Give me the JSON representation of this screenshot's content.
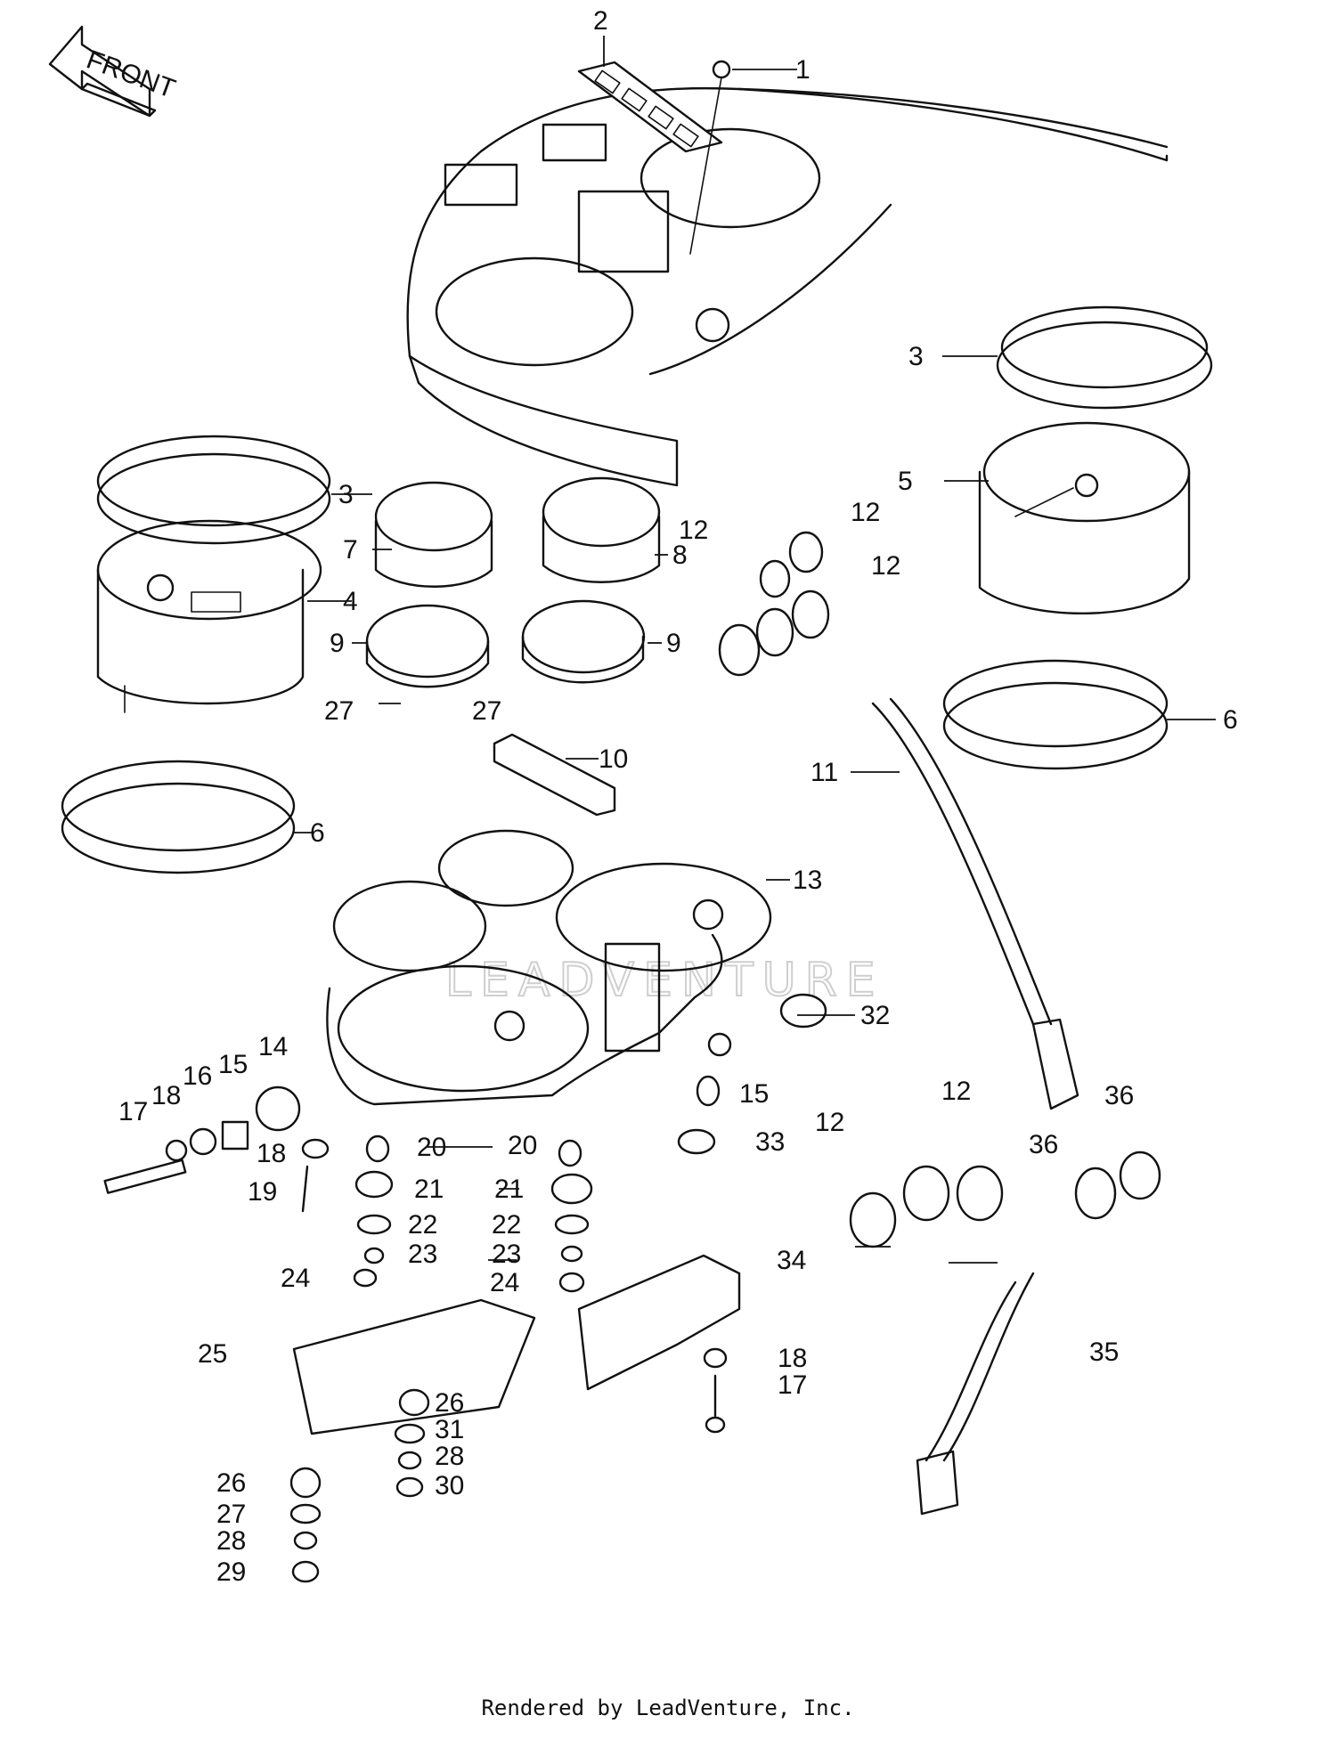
{
  "front_arrow": {
    "label": "FRONT"
  },
  "watermark": {
    "text": "LEADVENTURE"
  },
  "credit": {
    "text": "Rendered by LeadVenture, Inc."
  },
  "callouts": [
    {
      "label": "1"
    },
    {
      "label": "2"
    },
    {
      "label": "3"
    },
    {
      "label": "3"
    },
    {
      "label": "4"
    },
    {
      "label": "5"
    },
    {
      "label": "6"
    },
    {
      "label": "6"
    },
    {
      "label": "7"
    },
    {
      "label": "8"
    },
    {
      "label": "9"
    },
    {
      "label": "9"
    },
    {
      "label": "10"
    },
    {
      "label": "11"
    },
    {
      "label": "12"
    },
    {
      "label": "12"
    },
    {
      "label": "12"
    },
    {
      "label": "12"
    },
    {
      "label": "12"
    },
    {
      "label": "13"
    },
    {
      "label": "14"
    },
    {
      "label": "15"
    },
    {
      "label": "15"
    },
    {
      "label": "16"
    },
    {
      "label": "17"
    },
    {
      "label": "17"
    },
    {
      "label": "18"
    },
    {
      "label": "18"
    },
    {
      "label": "18"
    },
    {
      "label": "19"
    },
    {
      "label": "20"
    },
    {
      "label": "20"
    },
    {
      "label": "21"
    },
    {
      "label": "21"
    },
    {
      "label": "22"
    },
    {
      "label": "22"
    },
    {
      "label": "23"
    },
    {
      "label": "23"
    },
    {
      "label": "24"
    },
    {
      "label": "24"
    },
    {
      "label": "25"
    },
    {
      "label": "26"
    },
    {
      "label": "26"
    },
    {
      "label": "27"
    },
    {
      "label": "27"
    },
    {
      "label": "27"
    },
    {
      "label": "28"
    },
    {
      "label": "28"
    },
    {
      "label": "29"
    },
    {
      "label": "30"
    },
    {
      "label": "31"
    },
    {
      "label": "32"
    },
    {
      "label": "33"
    },
    {
      "label": "34"
    },
    {
      "label": "35"
    },
    {
      "label": "36"
    },
    {
      "label": "36"
    }
  ]
}
